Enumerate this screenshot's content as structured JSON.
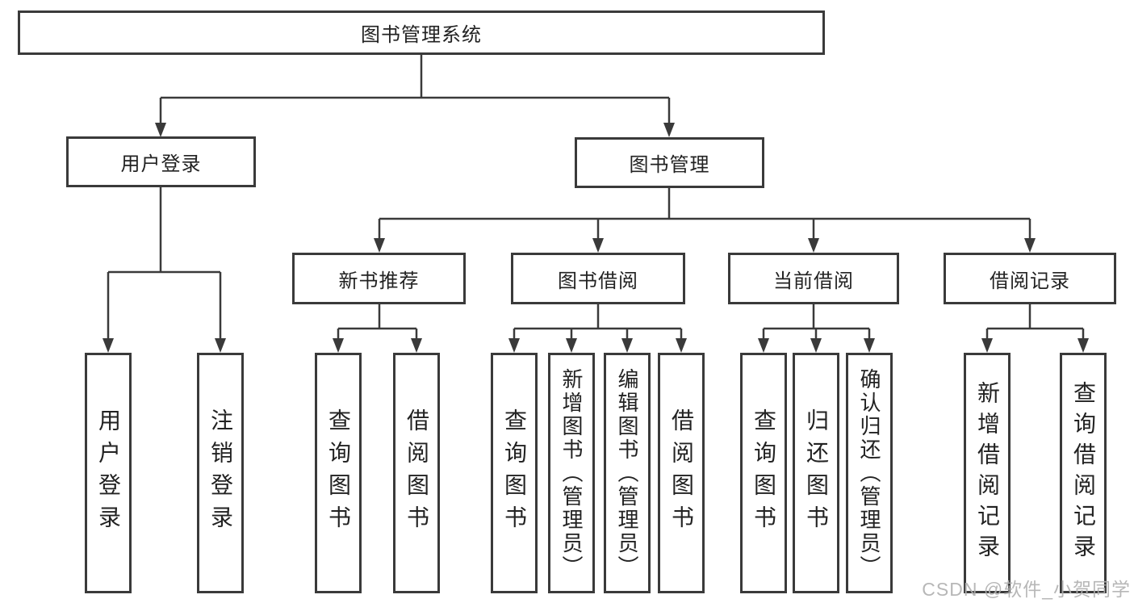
{
  "diagram": {
    "root": {
      "label": "图书管理系统"
    },
    "level2": [
      {
        "label": "用户登录"
      },
      {
        "label": "图书管理"
      }
    ],
    "level3": [
      {
        "label": "新书推荐"
      },
      {
        "label": "图书借阅"
      },
      {
        "label": "当前借阅"
      },
      {
        "label": "借阅记录"
      }
    ],
    "leaves": {
      "user_login": [
        {
          "label": "用户登录"
        },
        {
          "label": "注销登录"
        }
      ],
      "new_book": [
        {
          "label": "查询图书"
        },
        {
          "label": "借阅图书"
        }
      ],
      "book_borrow": [
        {
          "label": "查询图书"
        },
        {
          "label": "新增图书（管理员）"
        },
        {
          "label": "编辑图书（管理员）"
        },
        {
          "label": "借阅图书"
        }
      ],
      "current_borrow": [
        {
          "label": "查询图书"
        },
        {
          "label": "归还图书"
        },
        {
          "label": "确认归还（管理员）"
        }
      ],
      "borrow_record": [
        {
          "label": "新增借阅记录"
        },
        {
          "label": "查询借阅记录"
        }
      ]
    },
    "watermark": "CSDN @软件_小贺同学",
    "colors": {
      "line": "#3a3a3a",
      "border": "#3a3a3a",
      "text": "#222222",
      "watermark": "#b0b0b0",
      "background": "#ffffff"
    }
  }
}
